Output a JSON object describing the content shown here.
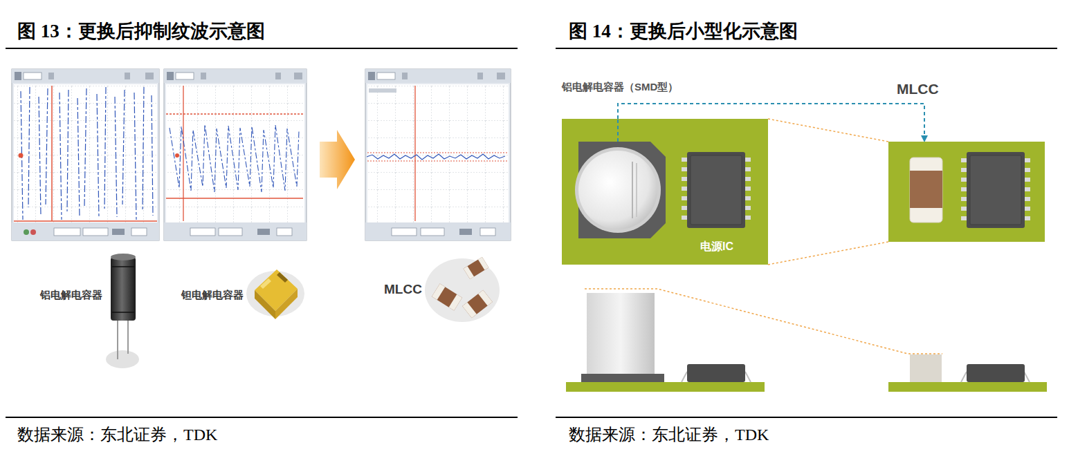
{
  "diagram": {
    "nodes": [
      {
        "text": [
          "铝电解电容器（SMD型）",
          "电源IC"
        ]
      },
      {
        "text": [
          "MLCC"
        ]
      }
    ],
    "edges": [
      {
        "from": 0,
        "to": 1,
        "arrow": "to"
      }
    ],
    "labels": [
      "图 13：更换后抑制纹波示意图",
      "图 14：更换后小型化示意图",
      "铝电解电容器",
      "钽电解电容器",
      "MLCC",
      "数据来源：东北证券，TDK",
      "数据来源：东北证券，TDK"
    ]
  }
}
